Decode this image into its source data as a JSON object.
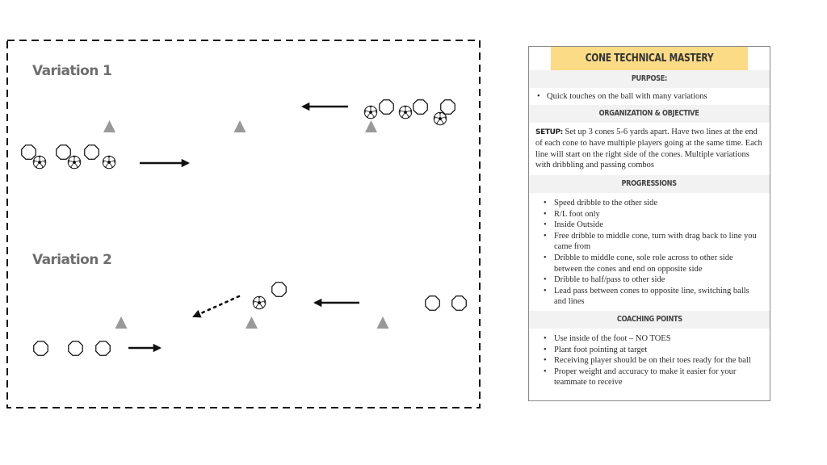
{
  "variations": [
    {
      "label": "Variation 1"
    },
    {
      "label": "Variation 2"
    }
  ],
  "card": {
    "title": "CONE TECHNICAL MASTERY",
    "purpose_heading": "PURPOSE:",
    "purpose_items": [
      "Quick touches on the ball with many variations"
    ],
    "organization_heading": "ORGANIZATION & OBJECTIVE",
    "setup_label": "SETUP:",
    "setup_text": " Set up 3 cones 5-6 yards apart. Have two lines at the end of each cone to have multiple players going at the same time. Each line will start on the right side of the cones. Multiple variations with dribbling and passing combos",
    "progressions_heading": "PROGRESSIONS",
    "progressions": [
      "Speed dribble to the other side",
      "R/L foot only",
      "Inside Outside",
      "Free dribble to middle cone, turn with drag back to line you came from",
      "Dribble to middle cone, sole role across to other side between the cones and end on opposite side",
      "Dribble to half/pass to other side",
      "Lead pass between cones to opposite line, switching balls and lines"
    ],
    "coaching_heading": "COACHING POINTS",
    "coaching_points": [
      "Use inside of the foot – NO TOES",
      "Plant foot pointing at target",
      "Receiving player should be on their toes ready for the ball",
      "Proper weight and accuracy to make it easier for your teammate to receive"
    ]
  },
  "colors": {
    "card_title_bg": "#fbdb85",
    "section_head_bg": "#f2f2f2",
    "cone": "#999999",
    "line": "#111111"
  },
  "icons": [
    "cone-icon",
    "player-icon",
    "ball-icon",
    "arrow-icon",
    "dotted-pass-arrow-icon"
  ]
}
